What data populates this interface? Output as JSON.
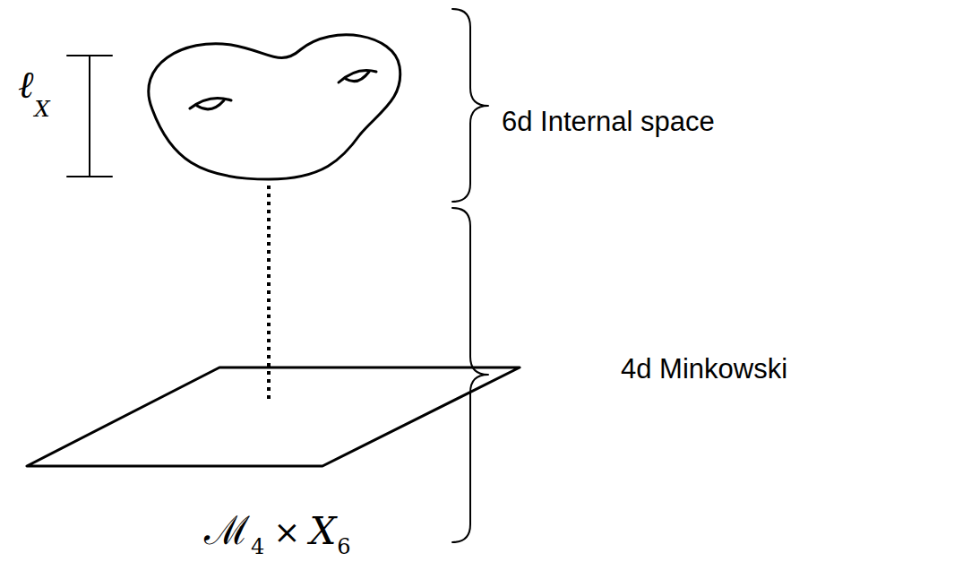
{
  "diagram": {
    "labels": [
      "ℓ",
      "X",
      "6d Internal space",
      "4d Minkowski",
      "ℳ",
      "4",
      "×",
      "X",
      "6"
    ]
  }
}
